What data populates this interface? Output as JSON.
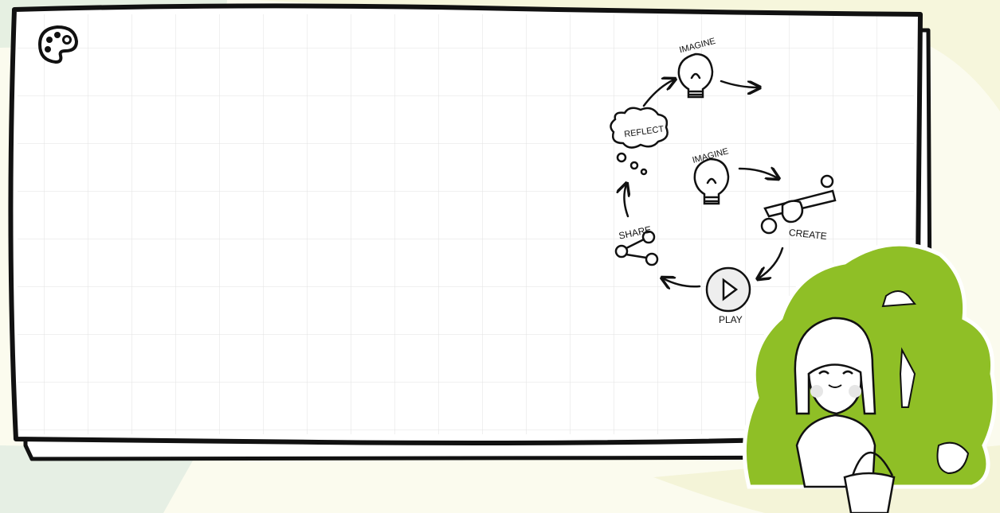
{
  "palette_button": {
    "icon": "palette-icon"
  },
  "learning_cycle": {
    "steps": [
      {
        "label": "IMAGINE",
        "icon": "lightbulb-icon"
      },
      {
        "label": "IMAGINE",
        "icon": "lightbulb-icon"
      },
      {
        "label": "CREATE",
        "icon": "pencil-hand-icon"
      },
      {
        "label": "PLAY",
        "icon": "play-icon"
      },
      {
        "label": "SHARE",
        "icon": "share-icon"
      },
      {
        "label": "REFLECT",
        "icon": "thought-cloud-icon"
      }
    ]
  },
  "colors": {
    "background": "#fbfbee",
    "card_border": "#111111",
    "grid_line": "#e4e4e4",
    "mascot_green": "#8fbf26",
    "corner_mint": "#e6f0e4"
  }
}
